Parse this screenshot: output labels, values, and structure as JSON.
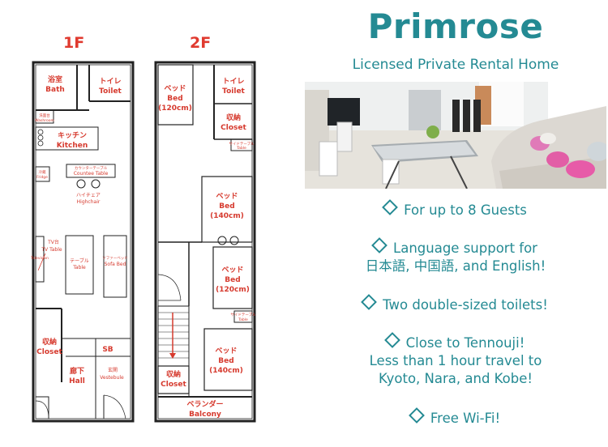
{
  "floorplan": {
    "floor1": {
      "label": "1F",
      "rooms": {
        "bath_jp": "浴室",
        "bath_en": "Bath",
        "toilet_jp": "トイレ",
        "toilet_en": "Toilet",
        "washroom_jp": "洗面台",
        "washroom_en": "Washroom",
        "kitchen_jp": "キッチン",
        "kitchen_en": "Kitchen",
        "counter_jp": "カウンターテーブル",
        "counter_en": "Countee Table",
        "fridge_jp": "冷蔵",
        "fridge_en": "Fridge",
        "highchair_jp": "ハイチェア",
        "highchair_en": "Highchair",
        "tv_jp": "TV台",
        "tv_en": "TV Table",
        "tv_extra": "Television",
        "table_jp": "テーブル",
        "table_en": "Table",
        "sofa_jp": "ソファーベッド",
        "sofa_en": "Sofa Bed",
        "closet_jp": "収納",
        "closet_en": "Closet",
        "sb": "SB",
        "hall_jp": "廊下",
        "hall_en": "Hall",
        "vest_jp": "玄関",
        "vest_en": "Vestebule"
      }
    },
    "floor2": {
      "label": "2F",
      "rooms": {
        "bed1_jp": "ベッド",
        "bed1_en": "Bed",
        "bed1_size": "(120cm)",
        "toilet_jp": "トイレ",
        "toilet_en": "Toilet",
        "closet1_jp": "収納",
        "closet1_en": "Closet",
        "sidetable1_jp": "サイドテーブル",
        "sidetable1_en": "Table",
        "bed2_jp": "ベッド",
        "bed2_en": "Bed",
        "bed2_size": "(140cm)",
        "bed3_jp": "ベッド",
        "bed3_en": "Bed",
        "bed3_size": "(120cm)",
        "sidetable2_jp": "サイドテーブル",
        "sidetable2_en": "Table",
        "bed4_jp": "ベッド",
        "bed4_en": "Bed",
        "bed4_size": "(140cm)",
        "closet2_jp": "収納",
        "closet2_en": "Closet",
        "balcony_jp": "ベランダー",
        "balcony_en": "Balcony"
      }
    }
  },
  "listing": {
    "title": "Primrose",
    "subtitle": "Licensed Private Rental Home",
    "features": [
      {
        "lines": [
          "For up to 8 Guests"
        ]
      },
      {
        "lines": [
          "Language support for",
          "日本語, 中国語, and English!"
        ]
      },
      {
        "lines": [
          "Two double-sized toilets!"
        ]
      },
      {
        "lines": [
          "Close to Tennouji!",
          "Less than 1 hour travel to",
          "Kyoto, Nara, and Kobe!"
        ]
      },
      {
        "lines": [
          "Free Wi-Fi!"
        ]
      }
    ]
  },
  "colors": {
    "accent": "#248a93",
    "label_red": "#d63a2e"
  }
}
